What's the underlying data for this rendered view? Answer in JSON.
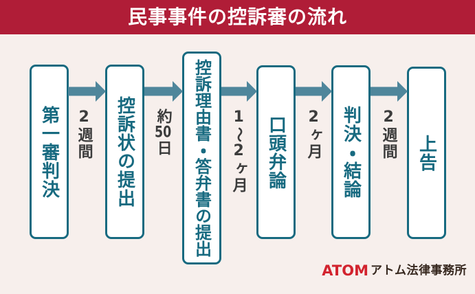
{
  "title": "民事事件の控訴審の流れ",
  "flow": {
    "steps": [
      {
        "label": "第一審判決"
      },
      {
        "label": "控訴状の提出"
      },
      {
        "label": "控訴理由書・答弁書の提出"
      },
      {
        "label": "口頭弁論"
      },
      {
        "label": "判決・結論"
      },
      {
        "label": "上告"
      }
    ],
    "intervals": [
      "2週間",
      "約50日",
      "1〜2ヶ月",
      "2ヶ月",
      "2週間"
    ]
  },
  "footer": {
    "logo_text": "ATOM",
    "firm_name": "アトム法律事務所"
  },
  "colors": {
    "header_bg": "#b01d37",
    "page_bg": "#f7efec",
    "teal": "#176a80",
    "arrow": "#4f869b",
    "interval": "#3c3c3c",
    "logo_red": "#d2232e",
    "logo_dark": "#37281f"
  }
}
